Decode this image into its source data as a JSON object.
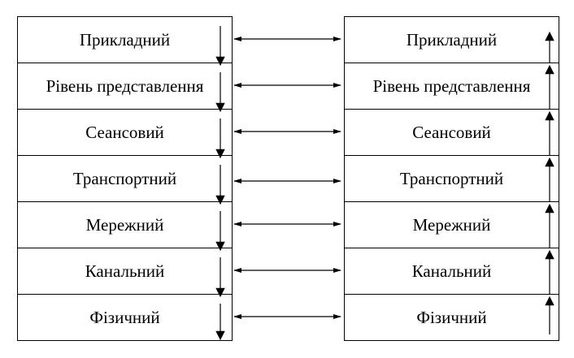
{
  "left_stack": {
    "layers": [
      "Прикладний",
      "Рівень представлення",
      "Сеансовий",
      "Транспортний",
      "Мережний",
      "Канальний",
      "Фізичний"
    ]
  },
  "right_stack": {
    "layers": [
      "Прикладний",
      "Рівень представлення",
      "Сеансовий",
      "Транспортний",
      "Мережний",
      "Канальний",
      "Фізичний"
    ]
  },
  "connections": {
    "peer_arrows": "bidirectional",
    "left_flow": "down",
    "right_flow": "up"
  }
}
